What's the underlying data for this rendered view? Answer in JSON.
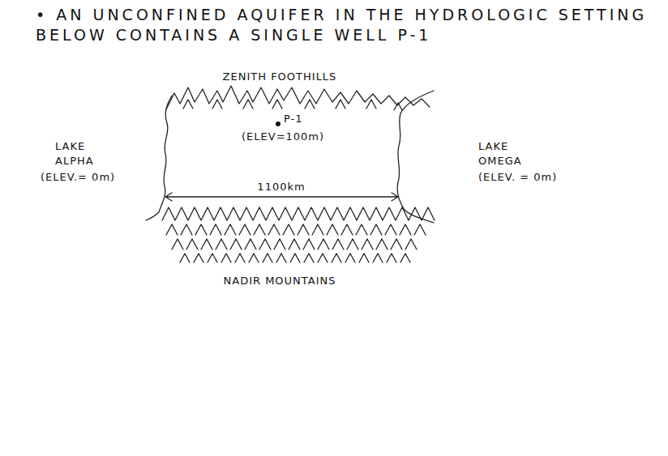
{
  "diagram": {
    "title": "• AN UNCONFINED AQUIFER IN THE HYDROLOGIC SETTING BELOW CONTAINS A SINGLE WELL P-1",
    "labels": [
      "ZENITH FOOTHILLS",
      "LAKE ALPHA",
      "(ELEV.= 0m)",
      "P-1",
      "(ELEV=100m)",
      "LAKE OMEGA",
      "(ELEV. = 0m)",
      "1100km",
      "NADIR MOUNTAINS"
    ]
  }
}
